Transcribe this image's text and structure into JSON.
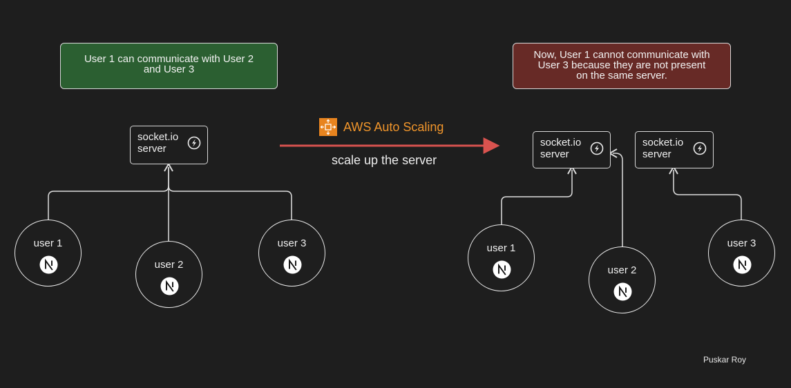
{
  "left": {
    "note": [
      "User 1 can communicate with User 2",
      "and User 3"
    ],
    "server": {
      "line1": "socket.io",
      "line2": "server",
      "icon": "socketio-icon"
    },
    "users": [
      {
        "label": "user 1",
        "icon": "nextjs-icon"
      },
      {
        "label": "user 2",
        "icon": "nextjs-icon"
      },
      {
        "label": "user 3",
        "icon": "nextjs-icon"
      }
    ]
  },
  "middle": {
    "aws_label": "AWS Auto Scaling",
    "aws_icon": "aws-auto-scaling-icon",
    "arrow_caption": "scale up the server",
    "arrow_color": "#d9534f"
  },
  "right": {
    "note": [
      "Now, User 1 cannot communicate with",
      "User 3 because they are not present",
      "on the same server."
    ],
    "servers": [
      {
        "line1": "socket.io",
        "line2": "server",
        "icon": "socketio-icon"
      },
      {
        "line1": "socket.io",
        "line2": "server",
        "icon": "socketio-icon"
      }
    ],
    "users": [
      {
        "label": "user 1",
        "icon": "nextjs-icon"
      },
      {
        "label": "user 2",
        "icon": "nextjs-icon"
      },
      {
        "label": "user 3",
        "icon": "nextjs-icon"
      }
    ]
  },
  "author": "Puskar Roy",
  "colors": {
    "background": "#1e1e1e",
    "green_note": "#2b5f31",
    "red_note": "#672a26",
    "aws_orange": "#f0952b"
  }
}
